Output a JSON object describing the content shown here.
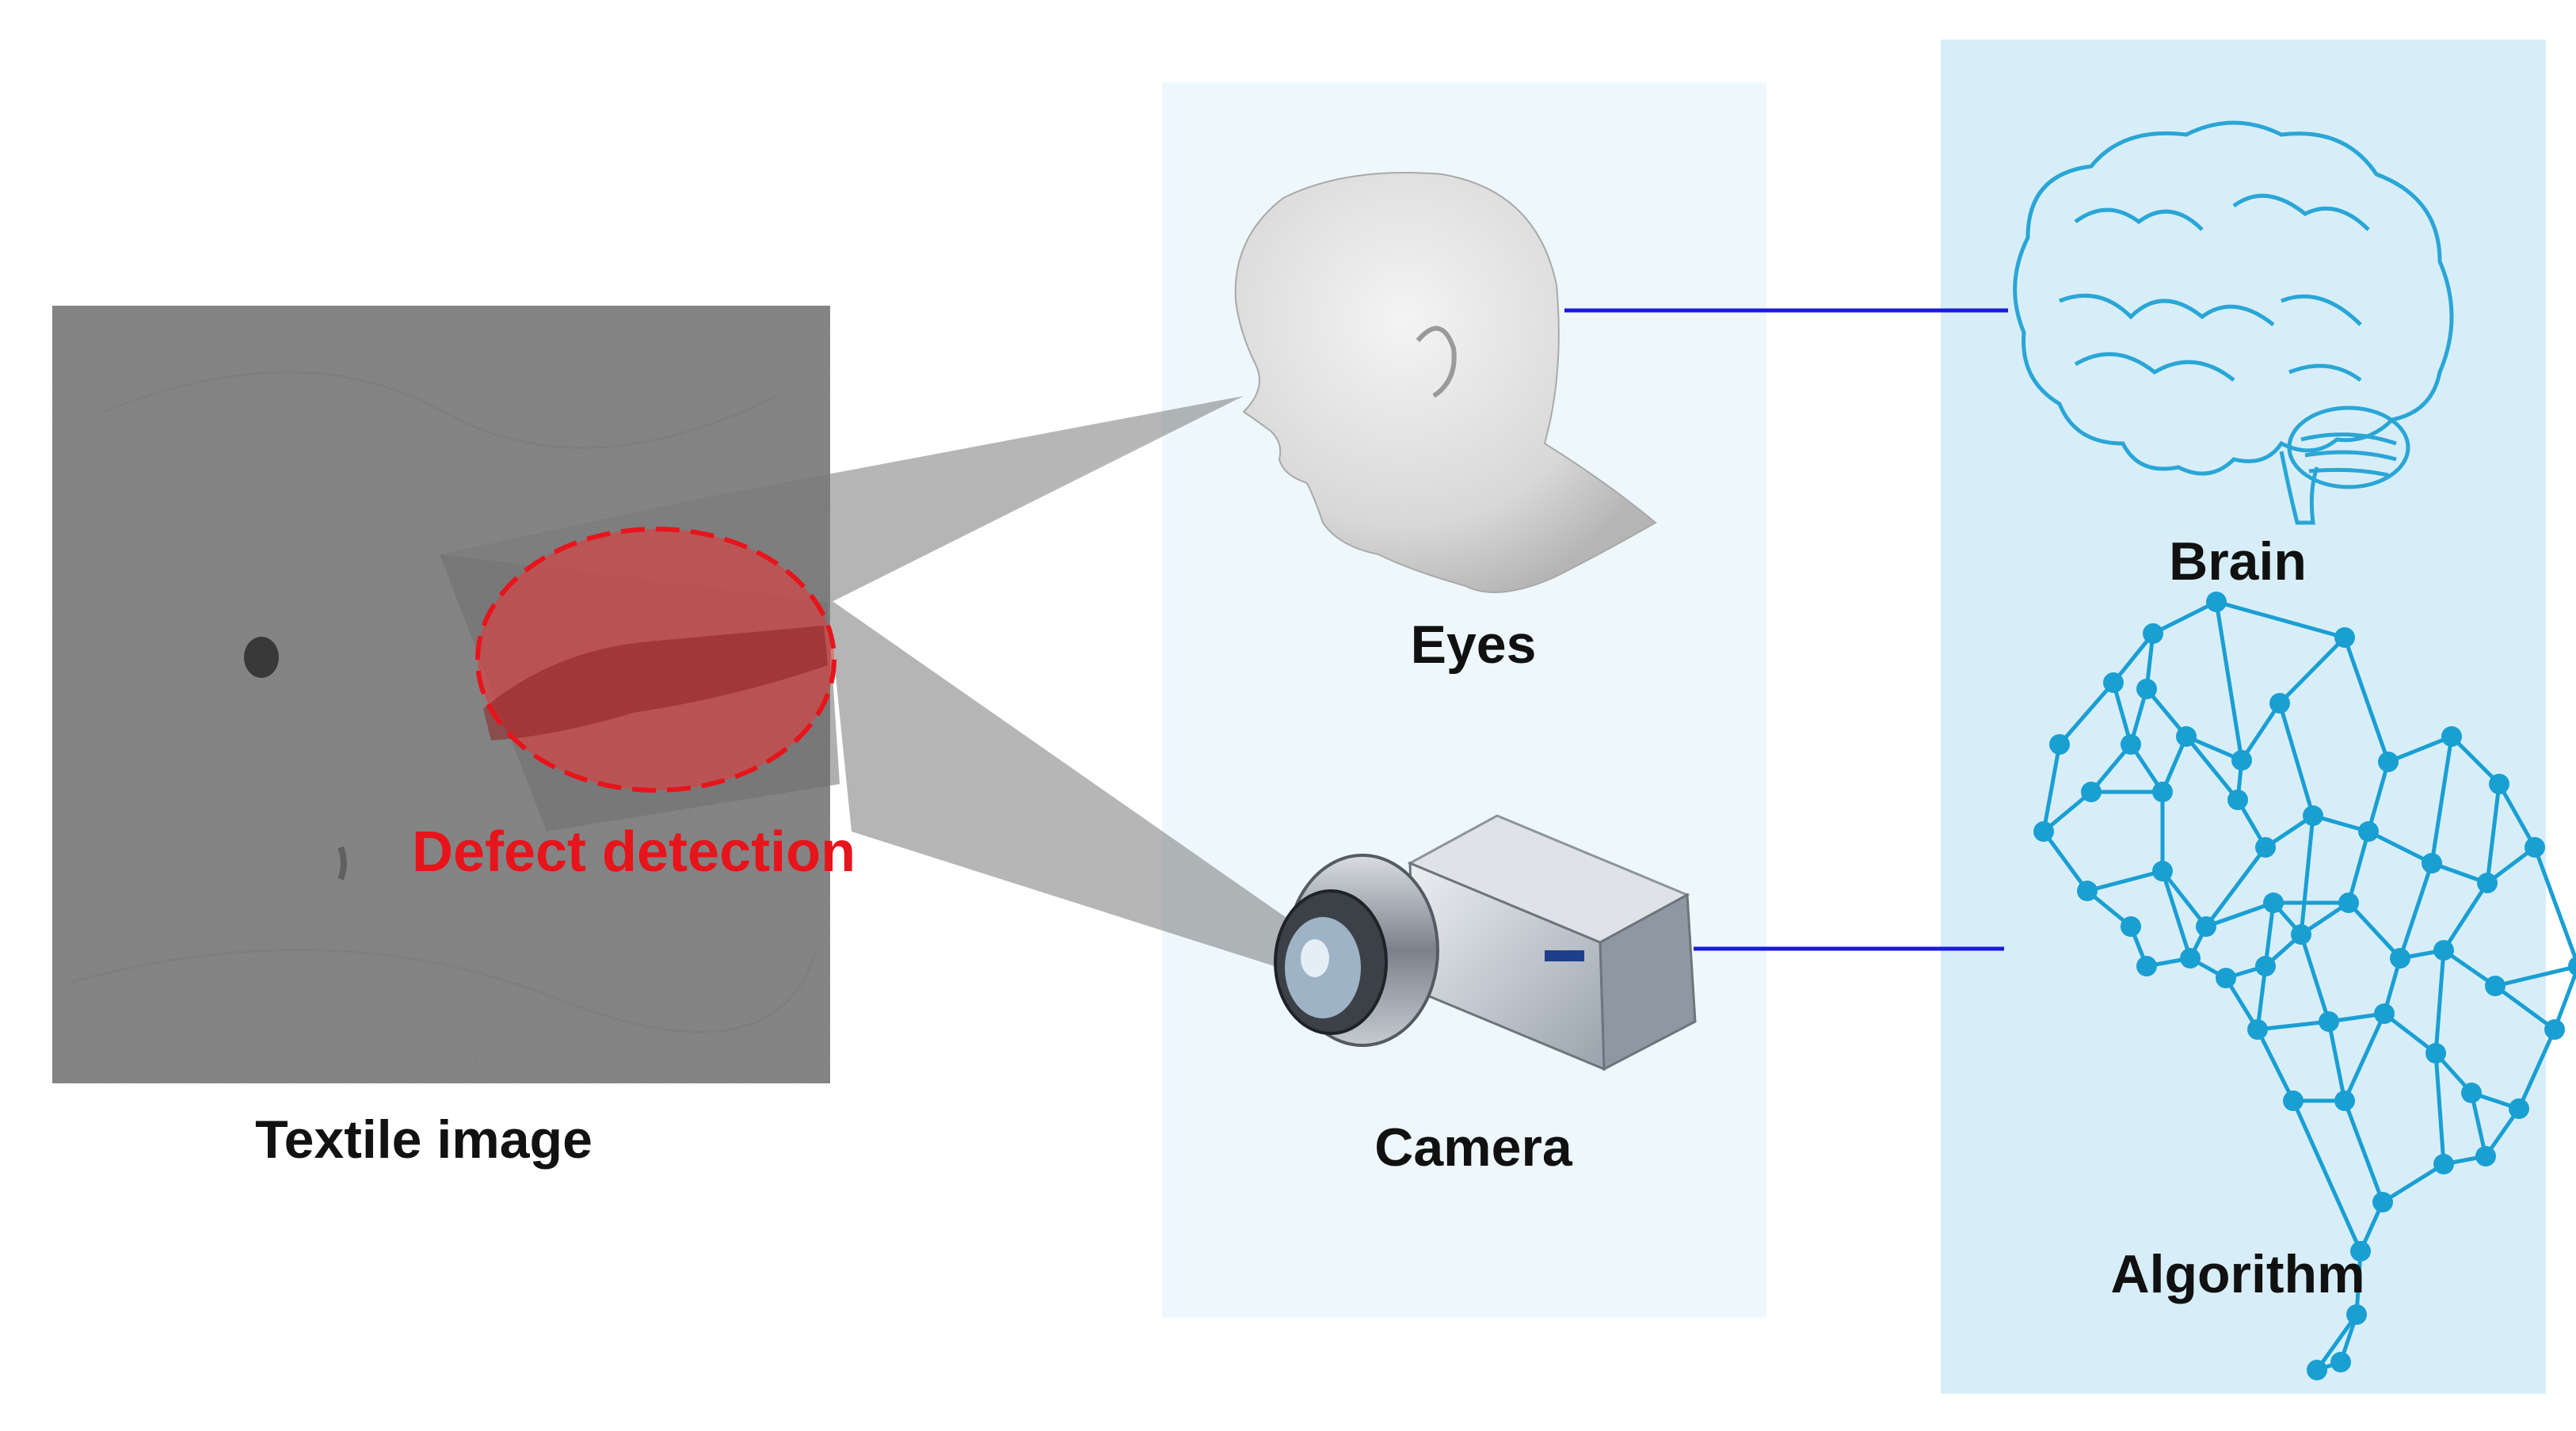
{
  "labels": {
    "textile": "Textile image",
    "defect": "Defect detection",
    "eyes": "Eyes",
    "camera": "Camera",
    "brain": "Brain",
    "algorithm": "Algorithm"
  },
  "colors": {
    "panel_light": "#eef8fc",
    "panel_blue": "#d7eef9",
    "connector": "#1a1adb",
    "defect": "#e8141c",
    "brain_line": "#2aa6d6",
    "network": "#1a9fd3",
    "projection": "#8a8a8a"
  },
  "icons": {
    "eyes": "human-head-icon",
    "camera": "industrial-camera-icon",
    "brain": "brain-outline-icon",
    "algorithm": "neural-network-brain-icon"
  }
}
